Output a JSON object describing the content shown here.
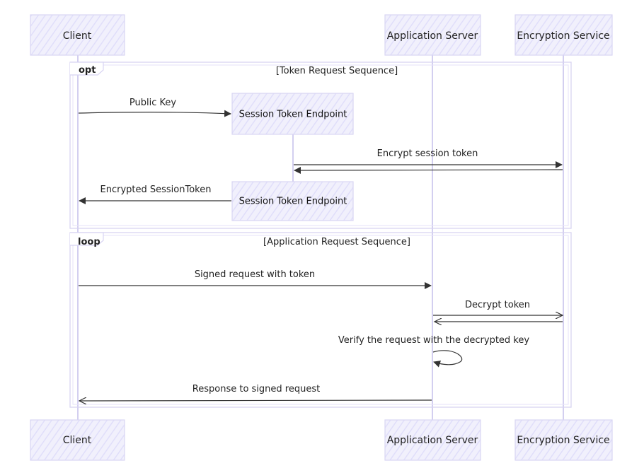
{
  "actors": {
    "client": "Client",
    "app_server": "Application Server",
    "encryption_service": "Encryption Service"
  },
  "participant": {
    "session_token_endpoint": "Session Token Endpoint"
  },
  "frames": {
    "opt": {
      "tag": "opt",
      "title": "[Token Request Sequence]"
    },
    "loop": {
      "tag": "loop",
      "title": "[Application Request Sequence]"
    }
  },
  "messages": {
    "public_key": "Public Key",
    "encrypt_session_token": "Encrypt session token",
    "encrypted_session_token": "Encrypted SessionToken",
    "signed_request": "Signed request with token",
    "decrypt_token": "Decrypt token",
    "verify_request": "Verify the request with the decrypted key",
    "response": "Response to signed request"
  },
  "colors": {
    "actor_fill": "#ecebfb",
    "actor_border": "#d9d6f3",
    "lifeline": "#d3cff0",
    "frame": "#d8d4f2",
    "line": "#333333"
  }
}
